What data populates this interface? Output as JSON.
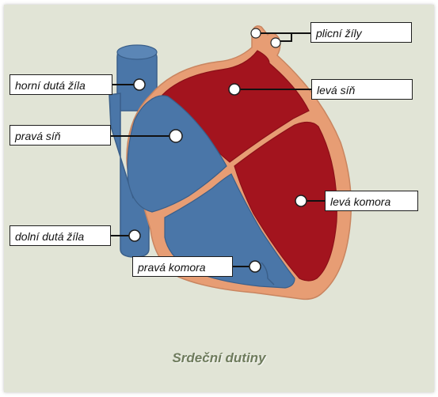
{
  "caption": "Srdeční dutiny",
  "labels": {
    "plicni_zily": "plicní žíly",
    "horni_duta_zila": "horní dutá žíla",
    "leva_sin": "levá síň",
    "prava_sin": "pravá síň",
    "leva_komora": "levá komora",
    "dolni_duta_zila": "dolní dutá žíla",
    "prava_komora": "pravá komora"
  },
  "colors": {
    "background": "#e1e4d6",
    "oxygenated": "#a3141e",
    "deoxygenated": "#4a76a8",
    "tissue": "#e79d74",
    "caption": "#6e7b5c"
  }
}
